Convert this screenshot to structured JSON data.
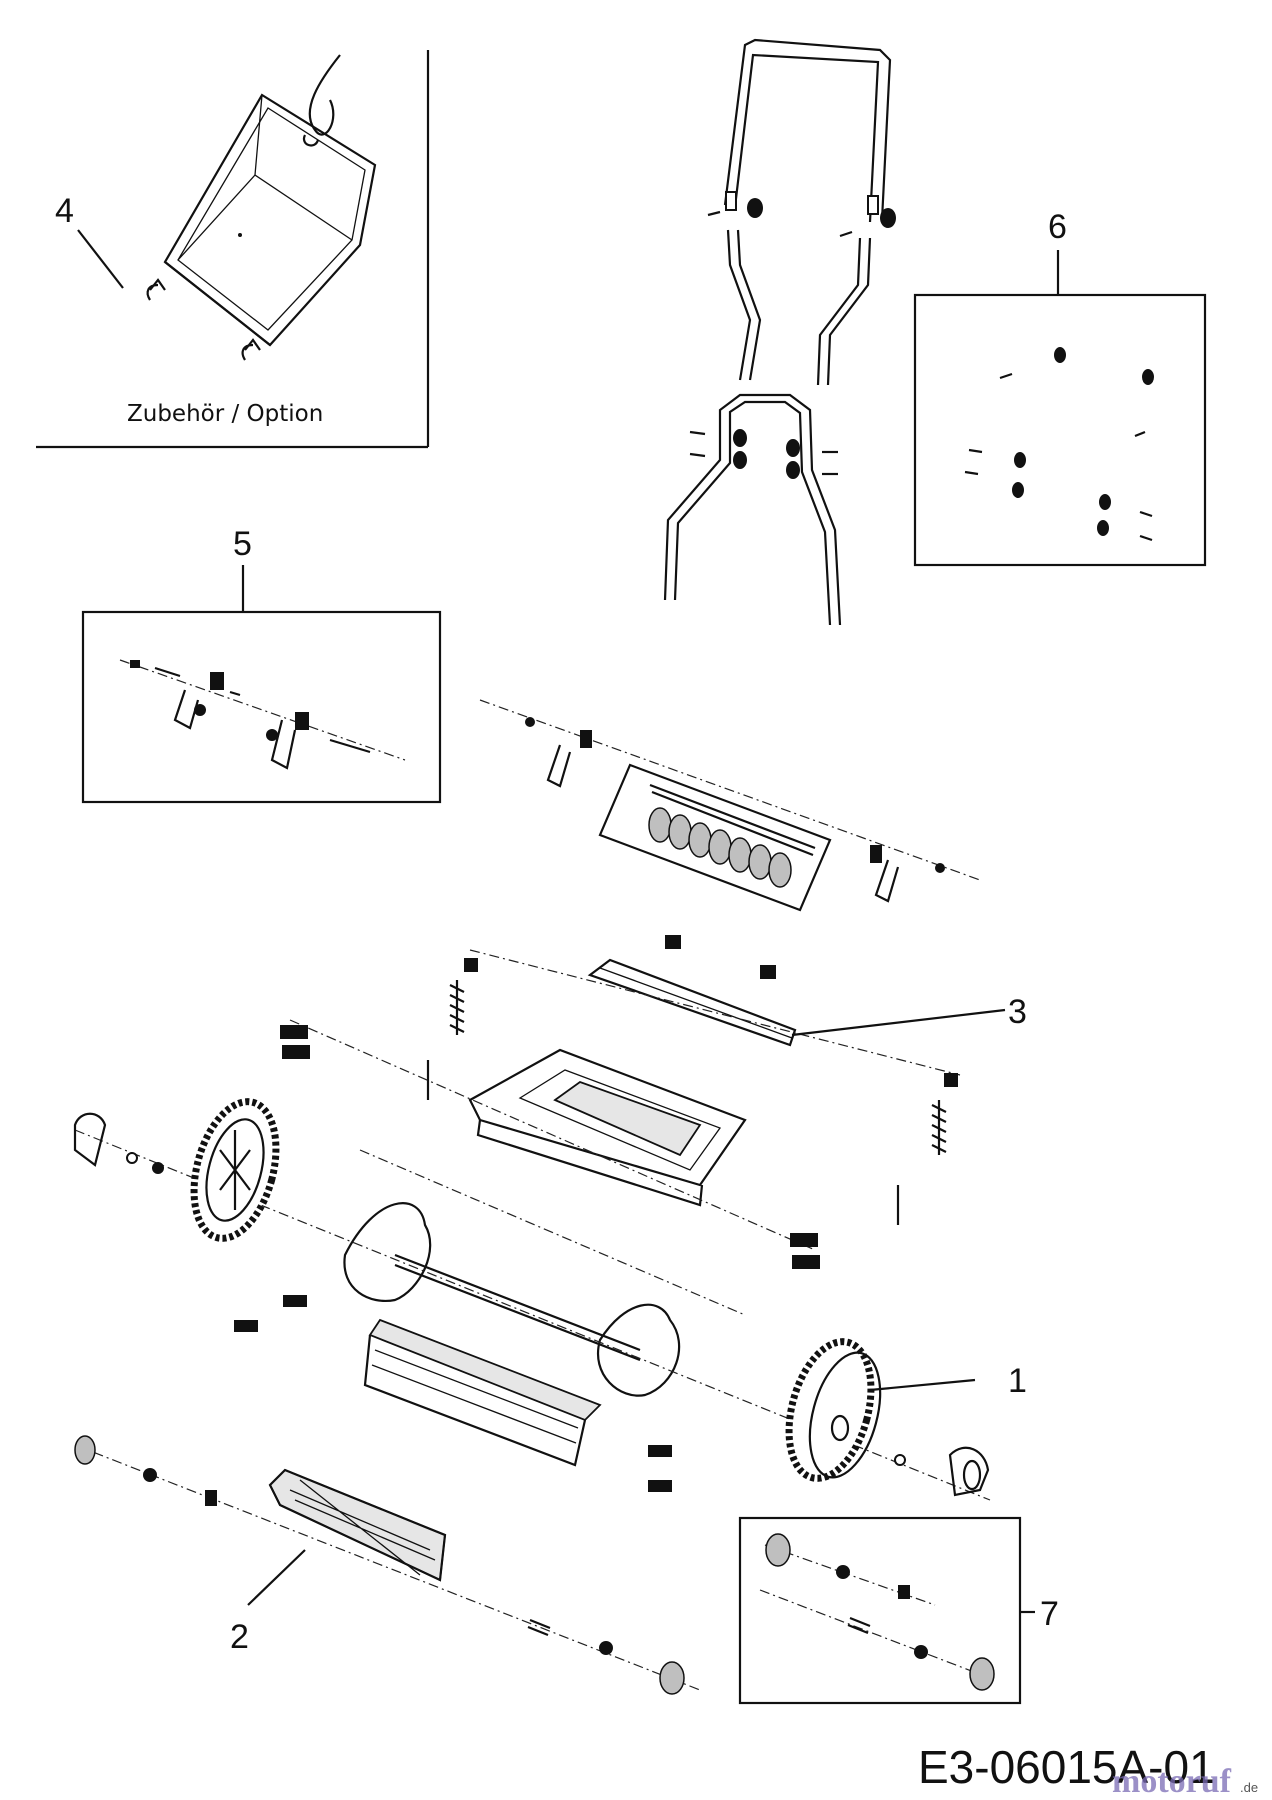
{
  "diagram": {
    "accessory_note": "Zubehör / Option",
    "drawing_code": "E3-06015A-01",
    "watermark": {
      "brand": "motoruf",
      "suffix": ".de"
    },
    "callouts": [
      {
        "number": "1",
        "part": "wheel"
      },
      {
        "number": "2",
        "part": "cutting-cylinder"
      },
      {
        "number": "3",
        "part": "height-adjustment-bracket"
      },
      {
        "number": "4",
        "part": "grass-catcher"
      },
      {
        "number": "5",
        "part": "adjustment-lever-kit"
      },
      {
        "number": "6",
        "part": "hardware-kit"
      },
      {
        "number": "7",
        "part": "bearing-kit"
      }
    ]
  }
}
